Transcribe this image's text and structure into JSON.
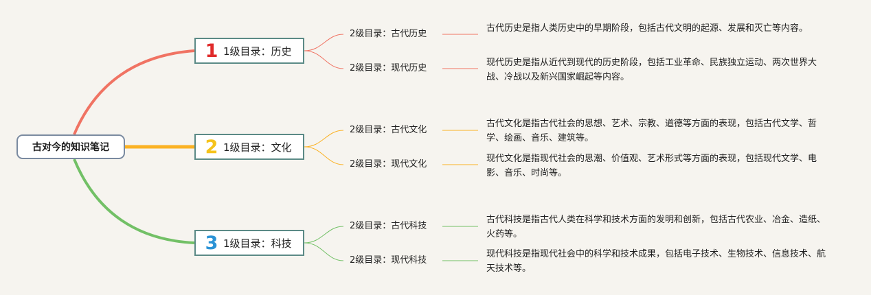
{
  "root": {
    "label": "古对今的知识笔记"
  },
  "colors": {
    "history": "#f07363",
    "culture": "#fbb224",
    "tech": "#72c066",
    "history_num": "#e02b2b",
    "tech_num": "#2b93d6"
  },
  "branches": [
    {
      "number": "1",
      "label": "1级目录：历史",
      "children": [
        {
          "label": "2级目录：古代历史",
          "desc": "古代历史是指人类历史中的早期阶段，包括古代文明的起源、发展和灭亡等内容。"
        },
        {
          "label": "2级目录：现代历史",
          "desc": "现代历史是指从近代到现代的历史阶段，包括工业革命、民族独立运动、两次世界大战、冷战以及新兴国家崛起等内容。"
        }
      ]
    },
    {
      "number": "2",
      "label": "1级目录：文化",
      "children": [
        {
          "label": "2级目录：古代文化",
          "desc": "古代文化是指古代社会的思想、艺术、宗教、道德等方面的表现，包括古代文学、哲学、绘画、音乐、建筑等。"
        },
        {
          "label": "2级目录：现代文化",
          "desc": "现代文化是指现代社会的思潮、价值观、艺术形式等方面的表现，包括现代文学、电影、音乐、时尚等。"
        }
      ]
    },
    {
      "number": "3",
      "label": "1级目录：科技",
      "children": [
        {
          "label": "2级目录：古代科技",
          "desc": "古代科技是指古代人类在科学和技术方面的发明和创新，包括古代农业、冶金、造纸、火药等。"
        },
        {
          "label": "2级目录：现代科技",
          "desc": "现代科技是指现代社会中的科学和技术成果，包括电子技术、生物技术、信息技术、航天技术等。"
        }
      ]
    }
  ]
}
